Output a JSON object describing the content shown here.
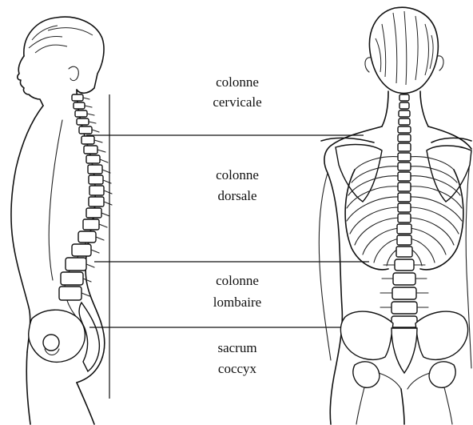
{
  "regions": [
    {
      "id": "cervical",
      "line1": "colonne",
      "line2": "cervicale"
    },
    {
      "id": "dorsal",
      "line1": "colonne",
      "line2": "dorsale"
    },
    {
      "id": "lumbar",
      "line1": "colonne",
      "line2": "lombaire"
    },
    {
      "id": "sacral",
      "line1": "sacrum",
      "line2": "coccyx"
    }
  ],
  "colors": {
    "ink": "#111111",
    "background": "#ffffff"
  }
}
